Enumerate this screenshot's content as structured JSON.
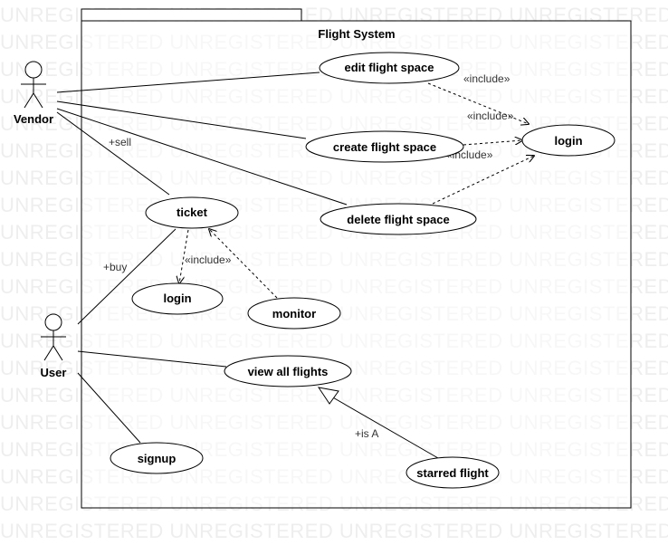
{
  "watermark": {
    "text": "UNREGISTERED UNREGISTERED UNREGISTERED UNREGISTERED"
  },
  "system": {
    "title": "Flight System"
  },
  "actors": {
    "vendor": {
      "label": "Vendor"
    },
    "user": {
      "label": "User"
    }
  },
  "use_cases": {
    "edit_flight_space": "edit flight space",
    "create_flight_space": "create flight space",
    "delete_flight_space": "delete flight space",
    "login_vendor": "login",
    "ticket": "ticket",
    "login_user": "login",
    "monitor": "monitor",
    "view_all_flights": "view all flights",
    "signup": "signup",
    "starred_flight": "starred flight"
  },
  "relations": {
    "include_edit": "«include»",
    "include_create": "«include»",
    "include_create_2": "«include»",
    "include_ticket": "«include»",
    "sell": "+sell",
    "buy": "+buy",
    "is_a": "+is A"
  }
}
